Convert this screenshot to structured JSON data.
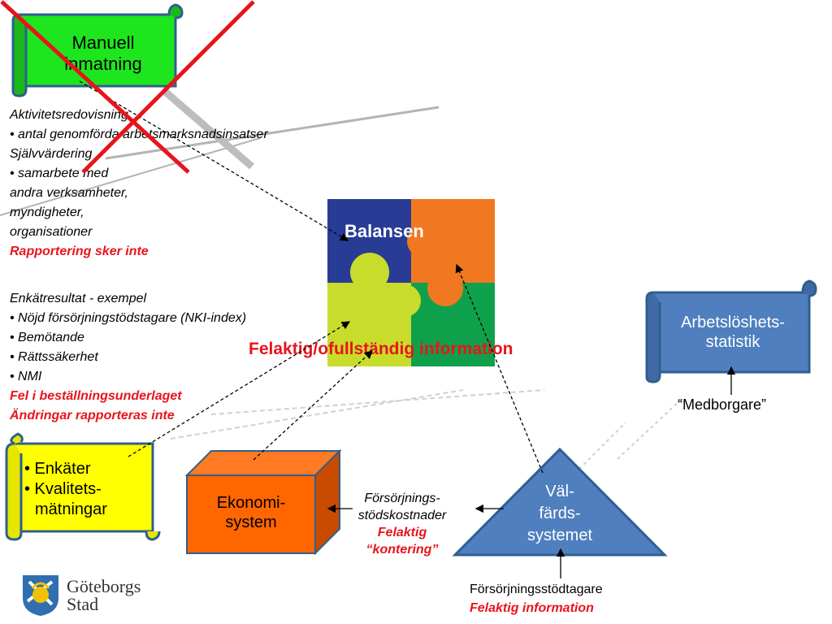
{
  "manual_scroll": {
    "line1": "Manuell",
    "line2": "inmatning"
  },
  "activity_block": {
    "title1": "Aktivitetsredovisning",
    "item1": "• antal genomförda arbetsmarksnadsinsatser",
    "title2": "Självvärdering",
    "item2_l1": "• samarbete med",
    "item2_l2": "andra verksamheter,",
    "item2_l3": "myndigheter,",
    "item2_l4": "organisationer",
    "warning": "Rapportering sker inte"
  },
  "survey_block": {
    "title": "Enkätresultat - exempel",
    "items": [
      "• Nöjd försörjningstödstagare (NKI-index)",
      "• Bemötande",
      "• Rättssäkerhet",
      "• NMI"
    ],
    "warning1": "Fel i beställningsunderlaget",
    "warning2": "Ändringar rapporteras inte"
  },
  "puzzle": {
    "label": "Balansen"
  },
  "center_warning": "Felaktig/ofullständig information",
  "stats_scroll": {
    "line1": "Arbetslöshets-",
    "line2": "statistik"
  },
  "citizen_label": "“Medborgare”",
  "survey_scroll": {
    "item1": "• Enkäter",
    "item2": "• Kvalitets-",
    "item3": "mätningar"
  },
  "economy_box": {
    "line1": "Ekonomi-",
    "line2": "system"
  },
  "welfare_triangle": {
    "line1": "Väl-",
    "line2": "färds-",
    "line3": "systemet"
  },
  "cost_label": {
    "line1": "Försörjnings-",
    "line2": "stödskostnader",
    "warn1": "Felaktig",
    "warn2": "“kontering”"
  },
  "recipient_label": {
    "line1": "Försörjningsstödtagare",
    "warn": "Felaktig information"
  },
  "logo": {
    "line1": "Göteborgs",
    "line2": "Stad"
  },
  "colors": {
    "green": "#1ee61e",
    "yellow": "#ffff00",
    "blue": "#4f7fbf",
    "orange": "#ff6600",
    "red": "#e8141c"
  }
}
